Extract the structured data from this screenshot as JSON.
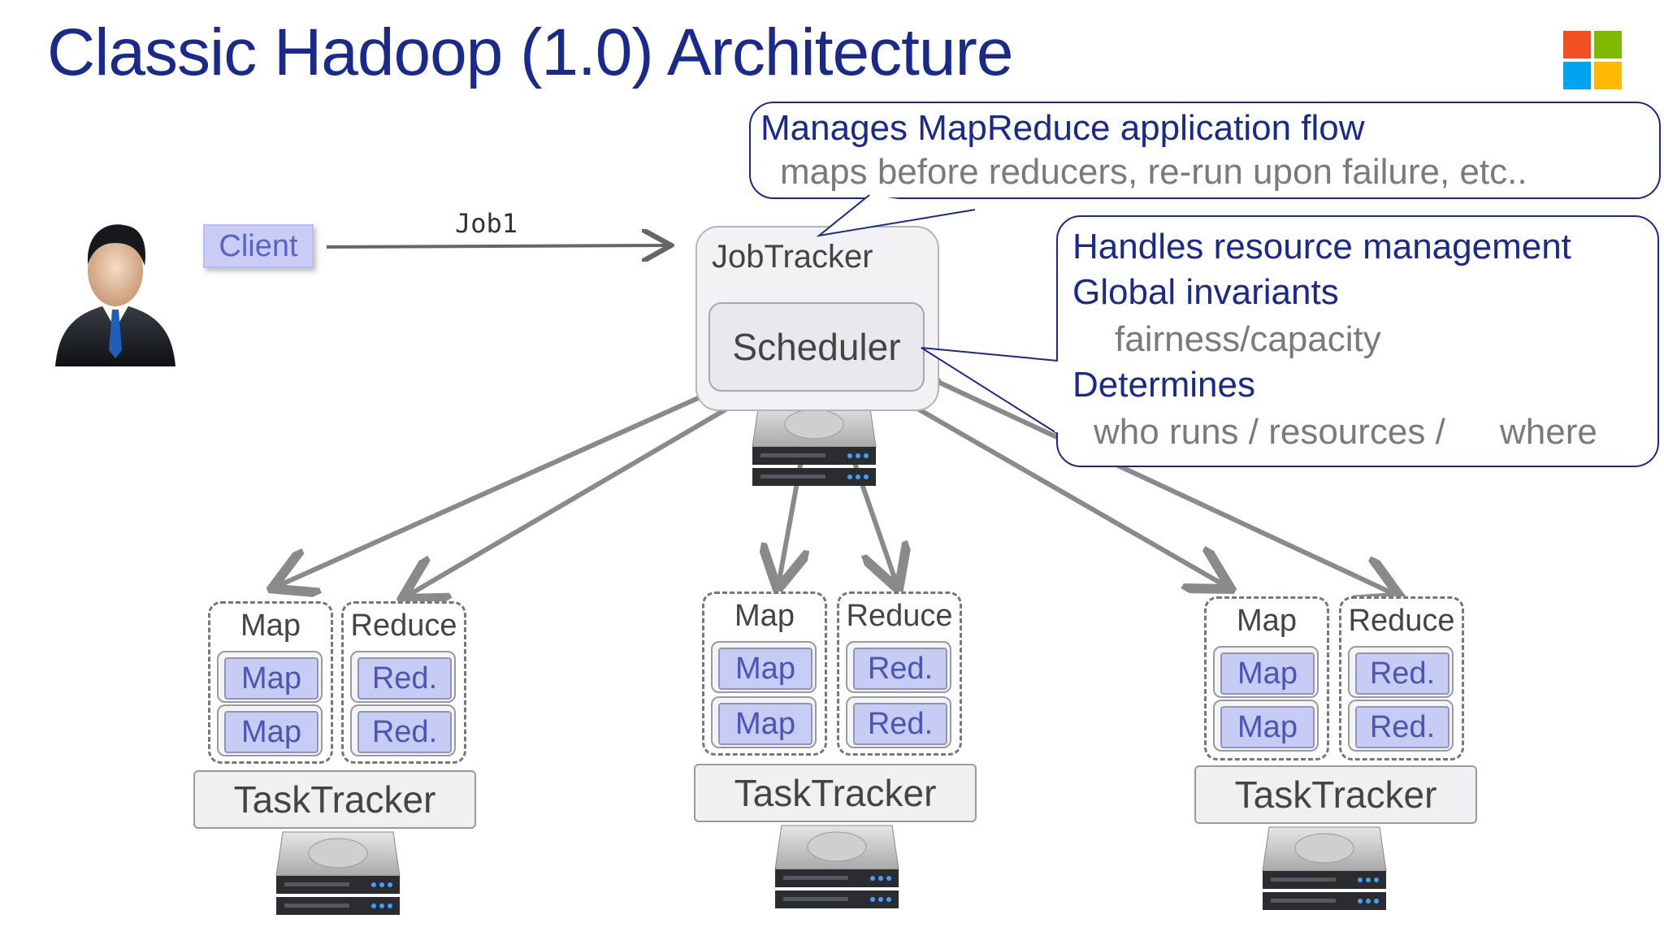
{
  "title": "Classic Hadoop (1.0) Architecture",
  "client": {
    "label": "Client",
    "job_label": "Job1"
  },
  "jobtracker": {
    "label": "JobTracker",
    "scheduler_label": "Scheduler"
  },
  "callout_top": {
    "main": "Manages MapReduce application flow",
    "sub": "maps before reducers, re-run upon failure, etc.."
  },
  "callout_right": {
    "line1": "Handles resource management",
    "line2": "Global invariants",
    "line3": "fairness/capacity",
    "line4": "Determines",
    "line5a": "who runs / resources /",
    "line5b": "where"
  },
  "tasktrackers": [
    {
      "label": "TaskTracker",
      "map_title": "Map",
      "reduce_title": "Reduce",
      "map_slots": [
        "Map",
        "Map"
      ],
      "reduce_slots": [
        "Red.",
        "Red."
      ]
    },
    {
      "label": "TaskTracker",
      "map_title": "Map",
      "reduce_title": "Reduce",
      "map_slots": [
        "Map",
        "Map"
      ],
      "reduce_slots": [
        "Red.",
        "Red."
      ]
    },
    {
      "label": "TaskTracker",
      "map_title": "Map",
      "reduce_title": "Reduce",
      "map_slots": [
        "Map",
        "Map"
      ],
      "reduce_slots": [
        "Red.",
        "Red."
      ]
    }
  ],
  "colors": {
    "title": "#1a2a8c",
    "callout_border": "#1a2a8c",
    "slot_fill": "#c7ccf4",
    "arrow": "#8a8a8a",
    "logo": [
      "#f25022",
      "#7fba00",
      "#00a4ef",
      "#ffb900"
    ]
  },
  "icons": {
    "user": "businessman-icon",
    "server": "hard-drive-server-icon",
    "logo": "windows-logo-icon"
  }
}
